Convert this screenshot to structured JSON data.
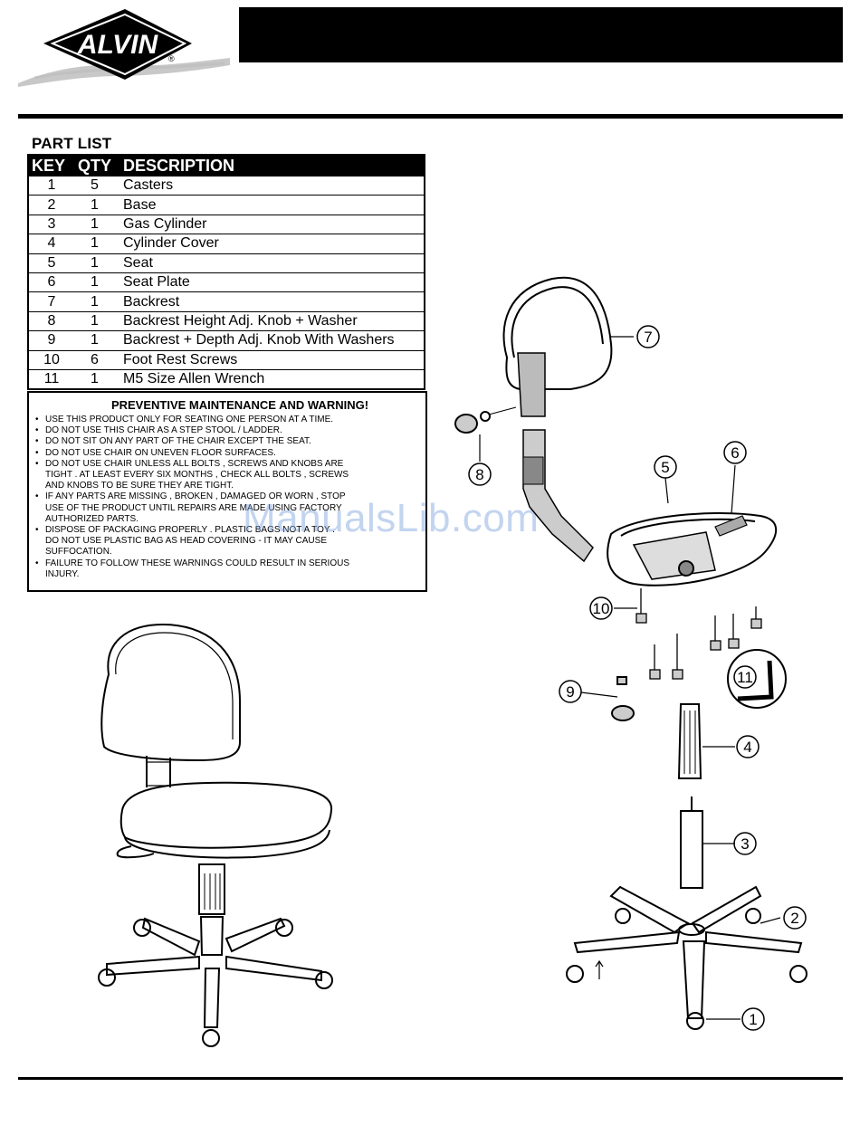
{
  "brand": {
    "logo_text": "ALVIN",
    "registered_mark": "®"
  },
  "parts_list": {
    "title": "PART LIST",
    "headers": {
      "key": "KEY",
      "qty": "QTY",
      "description": "DESCRIPTION"
    },
    "rows": [
      {
        "key": "1",
        "qty": "5",
        "description": "Casters"
      },
      {
        "key": "2",
        "qty": "1",
        "description": "Base"
      },
      {
        "key": "3",
        "qty": "1",
        "description": "Gas Cylinder"
      },
      {
        "key": "4",
        "qty": "1",
        "description": "Cylinder Cover"
      },
      {
        "key": "5",
        "qty": "1",
        "description": "Seat"
      },
      {
        "key": "6",
        "qty": "1",
        "description": "Seat Plate"
      },
      {
        "key": "7",
        "qty": "1",
        "description": "Backrest"
      },
      {
        "key": "8",
        "qty": "1",
        "description": "Backrest Height Adj. Knob + Washer"
      },
      {
        "key": "9",
        "qty": "1",
        "description": "Backrest + Depth Adj. Knob With Washers"
      },
      {
        "key": "10",
        "qty": "6",
        "description": "Foot Rest Screws"
      },
      {
        "key": "11",
        "qty": "1",
        "description": "M5 Size Allen Wrench"
      }
    ]
  },
  "warning": {
    "title": "PREVENTIVE MAINTENANCE AND WARNING!",
    "bullet": "•",
    "lines": [
      {
        "bullet": true,
        "text": "USE THIS PRODUCT ONLY FOR SEATING ONE PERSON AT A TIME."
      },
      {
        "bullet": true,
        "text": "DO NOT USE THIS CHAIR AS A STEP STOOL / LADDER."
      },
      {
        "bullet": true,
        "text": "DO NOT SIT ON ANY PART OF THE CHAIR EXCEPT THE SEAT."
      },
      {
        "bullet": true,
        "text": "DO NOT USE CHAIR ON UNEVEN FLOOR SURFACES."
      },
      {
        "bullet": true,
        "text": "DO NOT USE CHAIR UNLESS ALL BOLTS , SCREWS AND KNOBS ARE"
      },
      {
        "bullet": false,
        "text": "TIGHT . AT LEAST EVERY SIX MONTHS , CHECK ALL BOLTS , SCREWS"
      },
      {
        "bullet": false,
        "text": "AND KNOBS TO BE SURE THEY ARE TIGHT."
      },
      {
        "bullet": true,
        "text": "IF ANY PARTS ARE MISSING , BROKEN , DAMAGED OR WORN , STOP"
      },
      {
        "bullet": false,
        "text": "USE OF THE PRODUCT UNTIL REPAIRS ARE MADE USING FACTORY"
      },
      {
        "bullet": false,
        "text": "AUTHORIZED PARTS."
      },
      {
        "bullet": true,
        "text": "DISPOSE OF PACKAGING PROPERLY . PLASTIC BAGS NOT A TOY ."
      },
      {
        "bullet": false,
        "text": "DO NOT USE PLASTIC BAG AS HEAD COVERING - IT MAY CAUSE"
      },
      {
        "bullet": false,
        "text": "SUFFOCATION."
      },
      {
        "bullet": true,
        "text": "FAILURE TO FOLLOW THESE WARNINGS COULD RESULT IN SERIOUS"
      },
      {
        "bullet": false,
        "text": "INJURY."
      }
    ]
  },
  "watermark": "ManualsLib.com",
  "callouts": [
    "1",
    "2",
    "3",
    "4",
    "5",
    "6",
    "7",
    "8",
    "9",
    "10",
    "11"
  ]
}
